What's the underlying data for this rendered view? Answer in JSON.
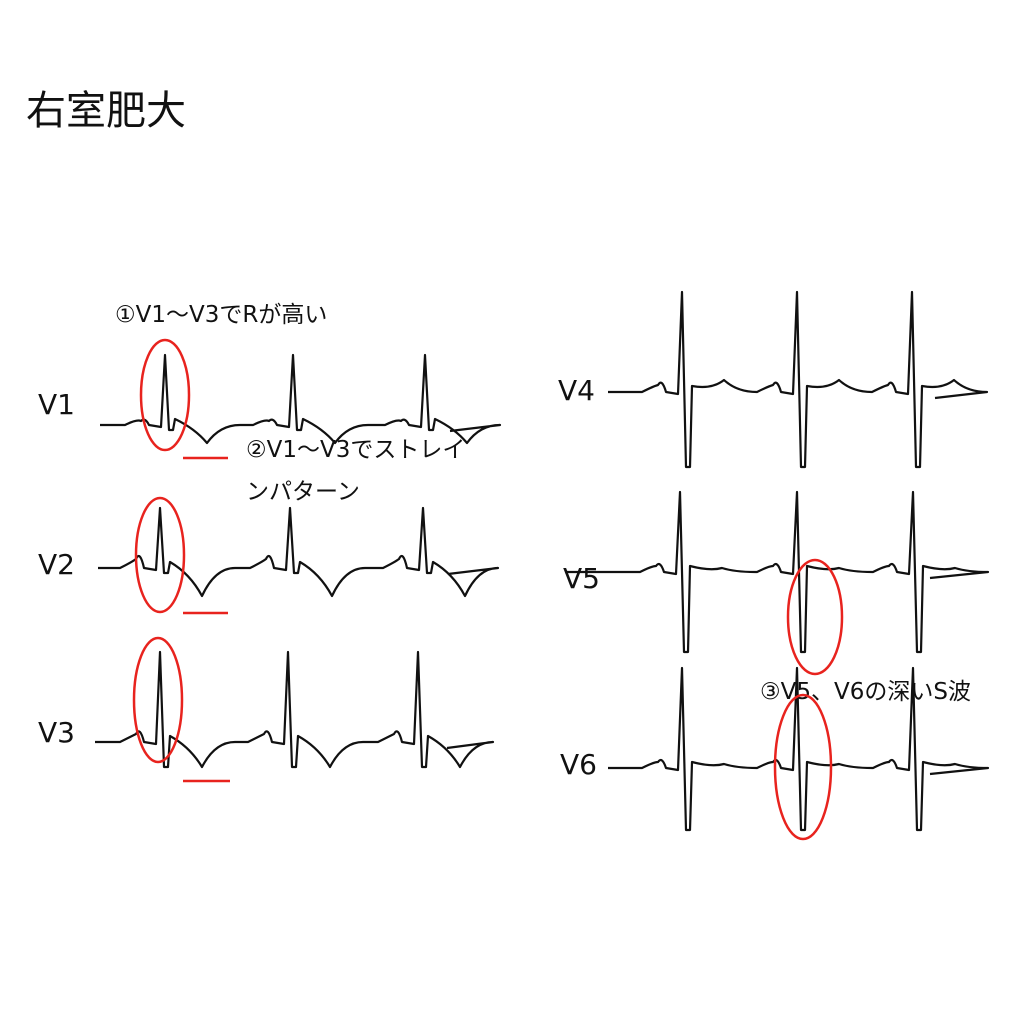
{
  "title": "右室肥大",
  "leads": {
    "v1": "V1",
    "v2": "V2",
    "v3": "V3",
    "v4": "V4",
    "v5": "V5",
    "v6": "V6"
  },
  "annotations": {
    "tall_r": "①V1～V3でRが高い",
    "strain_line1": "②V1～V3でストレイ",
    "strain_line2": "ンパターン",
    "deep_s": "③V5、V6の深いS波"
  },
  "colors": {
    "trace": "#111111",
    "highlight": "#e8231e"
  }
}
